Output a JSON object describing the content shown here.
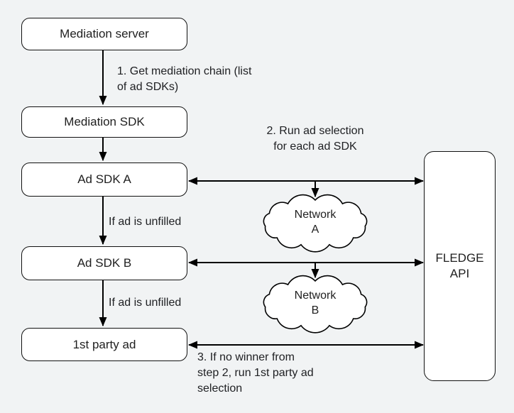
{
  "nodes": {
    "mediation_server": {
      "label": "Mediation server"
    },
    "mediation_sdk": {
      "label": "Mediation SDK"
    },
    "ad_sdk_a": {
      "label": "Ad SDK A"
    },
    "ad_sdk_b": {
      "label": "Ad SDK B"
    },
    "first_party_ad": {
      "label": "1st party ad"
    },
    "fledge_api": {
      "label": "FLEDGE\nAPI"
    },
    "network_a": {
      "label": "Network\nA"
    },
    "network_b": {
      "label": "Network\nB"
    }
  },
  "annotations": {
    "step1": "1. Get mediation chain (list\nof ad SDKs)",
    "step2": "2. Run ad selection\nfor each ad SDK",
    "unfilled_a": "If ad is unfilled",
    "unfilled_b": "If ad is unfilled",
    "step3": "3. If no winner from\nstep 2, run 1st party ad\nselection"
  },
  "colors": {
    "background": "#f1f3f4",
    "node_fill": "#ffffff",
    "stroke": "#000000",
    "text": "#202124"
  }
}
